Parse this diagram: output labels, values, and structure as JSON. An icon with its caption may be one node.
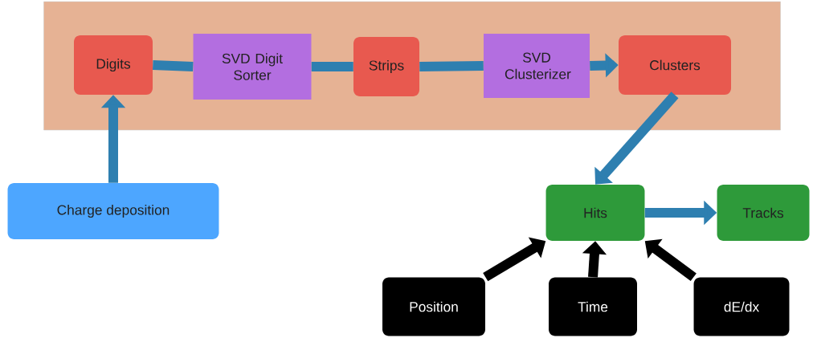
{
  "diagram": {
    "nodes": [
      {
        "text": [],
        "shape": "box"
      },
      {
        "text": [
          "Digits"
        ],
        "in": 0
      },
      {
        "text": [
          "SVD Digit Sorter"
        ],
        "in": 0
      },
      {
        "text": [
          "Strips"
        ],
        "in": 0
      },
      {
        "text": [
          "SVD Clusterizer"
        ],
        "in": 0
      },
      {
        "text": [
          "Clusters"
        ],
        "in": 0
      },
      {
        "text": [
          "Charge deposition"
        ]
      },
      {
        "text": [
          "Hits"
        ]
      },
      {
        "text": [
          "Tracks"
        ]
      },
      {
        "text": [
          "Position"
        ]
      },
      {
        "text": [
          "Time"
        ]
      },
      {
        "text": [
          "dE/dx"
        ]
      }
    ],
    "edges": [
      {
        "from": 1,
        "to": 2,
        "arrow": "none"
      },
      {
        "from": 2,
        "to": 3,
        "arrow": "none"
      },
      {
        "from": 3,
        "to": 4,
        "arrow": "none"
      },
      {
        "from": 4,
        "to": 5,
        "arrow": "to"
      },
      {
        "from": 6,
        "to": 1,
        "arrow": "to"
      },
      {
        "from": 5,
        "to": 7,
        "arrow": "to"
      },
      {
        "from": 7,
        "to": 8,
        "arrow": "to"
      },
      {
        "from": 9,
        "to": 7,
        "arrow": "to",
        "color": "#000000"
      },
      {
        "from": 10,
        "to": 7,
        "arrow": "to",
        "color": "#000000"
      },
      {
        "from": 11,
        "to": 7,
        "arrow": "to",
        "color": "#000000"
      }
    ]
  }
}
